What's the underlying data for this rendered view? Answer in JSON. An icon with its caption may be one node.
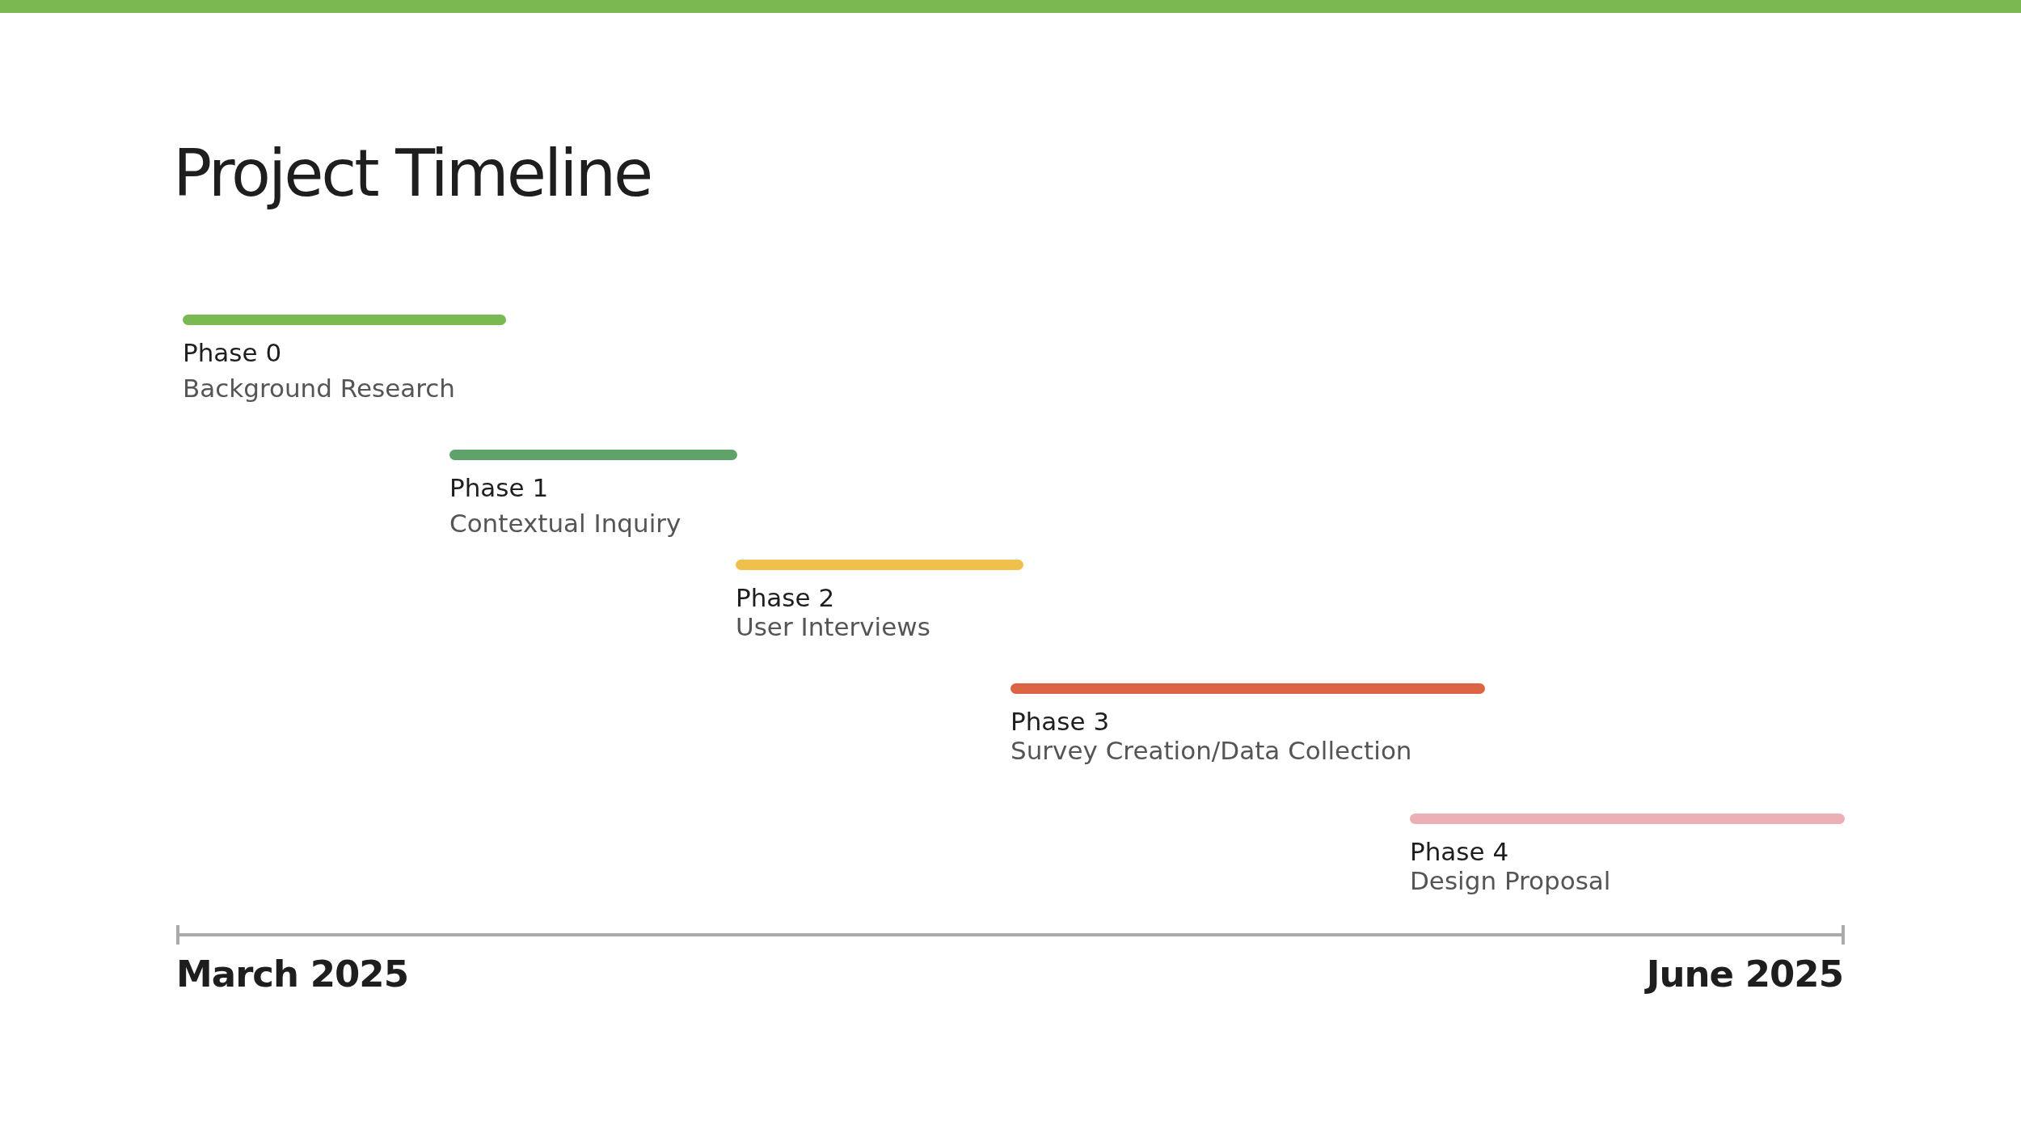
{
  "diagram": {
    "title": "Project Timeline",
    "nodes": [
      {
        "text": [
          "Phase 0",
          "Background Research"
        ]
      },
      {
        "text": [
          "Phase 1",
          "Contextual Inquiry"
        ]
      },
      {
        "text": [
          "Phase 2",
          "User Interviews"
        ]
      },
      {
        "text": [
          "Phase 3",
          "Survey Creation/Data Collection"
        ]
      },
      {
        "text": [
          "Phase 4",
          "Design Proposal"
        ]
      }
    ],
    "labels": [
      "March 2025",
      "June 2025"
    ]
  }
}
